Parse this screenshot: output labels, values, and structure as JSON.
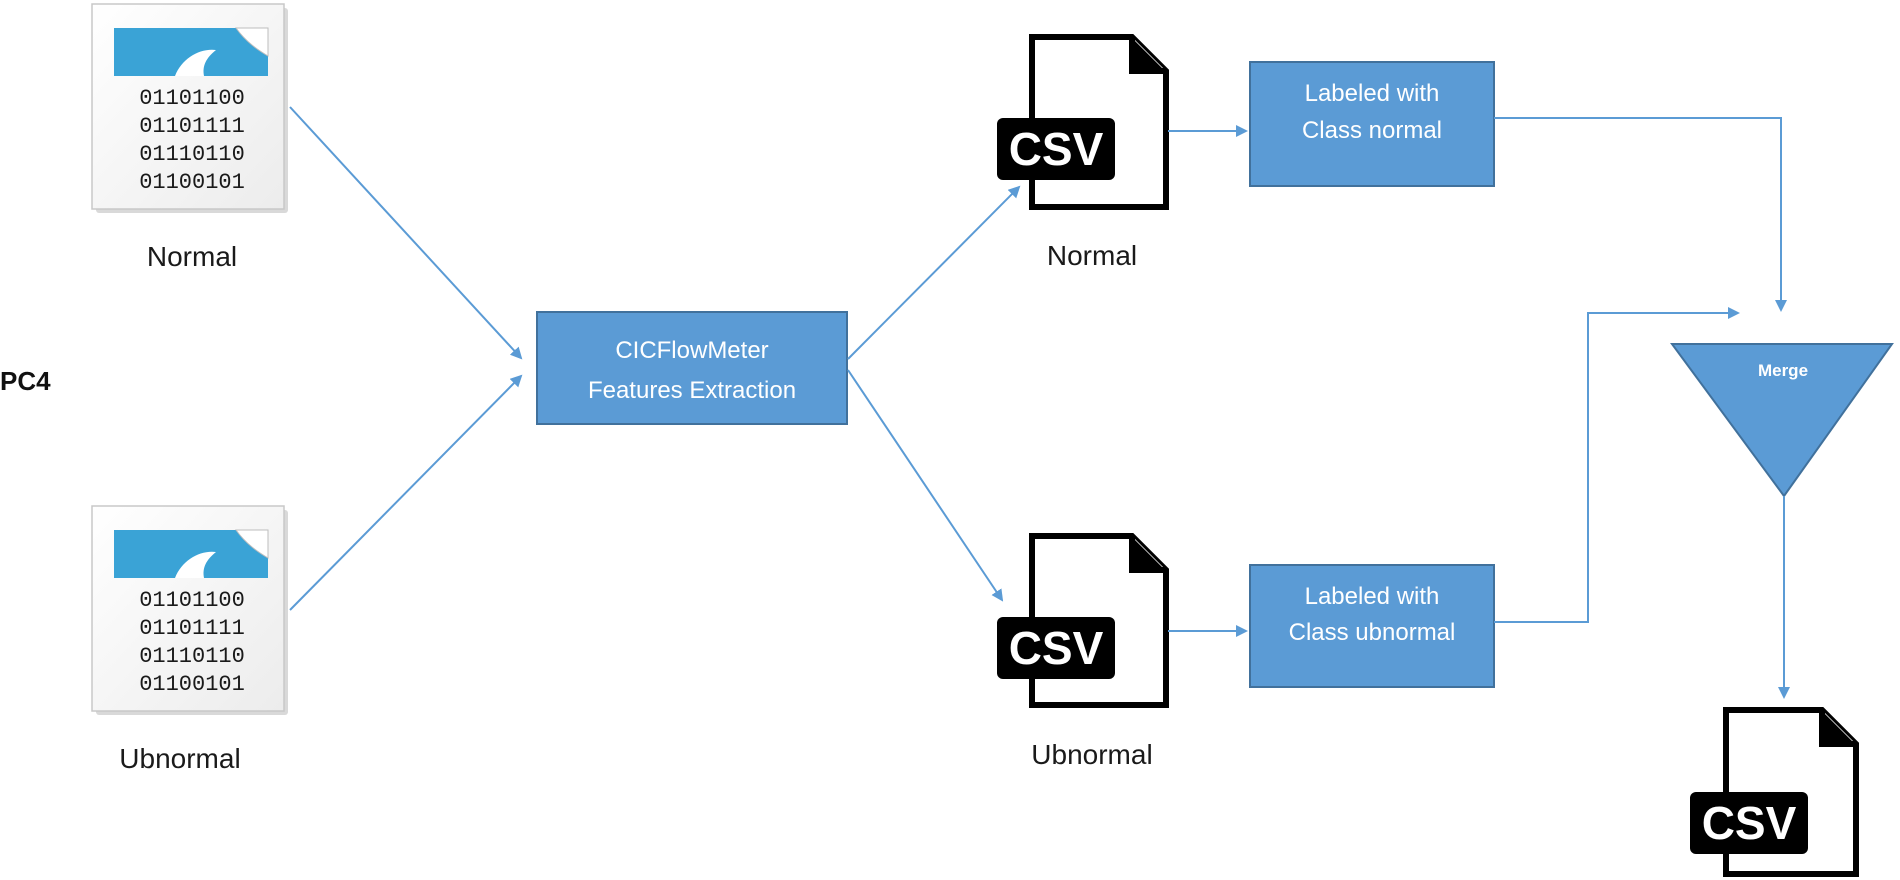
{
  "side_label": "PC4",
  "binary_lines": [
    "01101100",
    "01101111",
    "01110110",
    "01100101"
  ],
  "inputs": {
    "normal_caption": "Normal",
    "abnormal_caption": "Ubnormal"
  },
  "extractor": {
    "line1": "CICFlowMeter",
    "line2": "Features Extraction"
  },
  "csv_outputs": {
    "normal_caption": "Normal",
    "abnormal_caption": "Ubnormal",
    "file_label": "CSV"
  },
  "labelers": {
    "normal": {
      "line1": "Labeled with",
      "line2": "Class normal"
    },
    "abnormal": {
      "line1": "Labeled with",
      "line2": "Class ubnormal"
    }
  },
  "merge": {
    "label": "Merge"
  },
  "colors": {
    "box_fill": "#5b9bd5",
    "box_stroke": "#41719c",
    "arrow": "#5b9bd5",
    "file_banner": "#3aa3d6"
  }
}
